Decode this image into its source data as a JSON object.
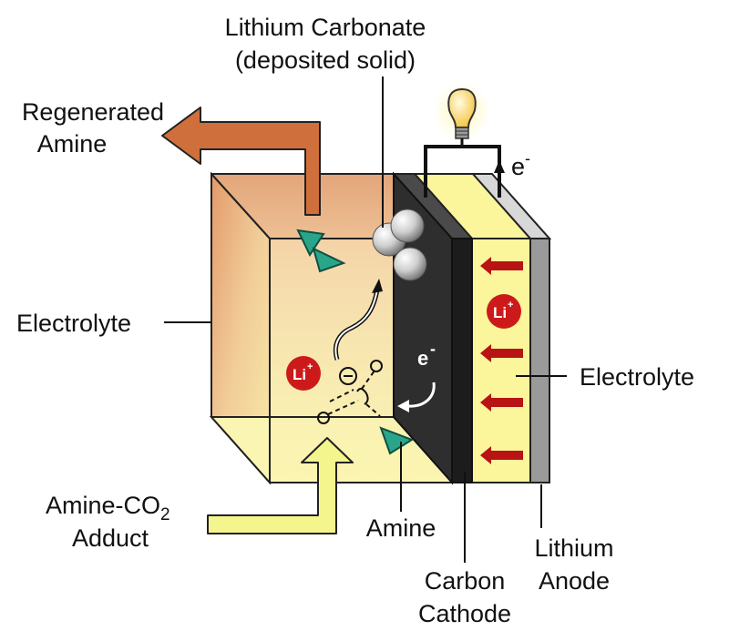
{
  "labels": {
    "lithium_carbonate_line1": "Lithium Carbonate",
    "lithium_carbonate_line2": "(deposited solid)",
    "regenerated_line1": "Regenerated",
    "regenerated_line2": "Amine",
    "electrolyte_left": "Electrolyte",
    "electrolyte_right": "Electrolyte",
    "adduct_line1": "Amine-CO",
    "adduct_sub": "2",
    "adduct_line2": "Adduct",
    "amine": "Amine",
    "carbon_line1": "Carbon",
    "carbon_line2": "Cathode",
    "lithium_line1": "Lithium",
    "lithium_line2": "Anode",
    "electron": "e",
    "electron_sup": "-",
    "li_ion": "Li",
    "li_sup": "+"
  },
  "colors": {
    "electrolyte_yellow": "#fbf59c",
    "cathode_black": "#262626",
    "anode_gray": "#9a9a9a",
    "regen_arrow": "#cf6f3c",
    "adduct_arrow": "#f5f58e",
    "amine_teal": "#2aa58a",
    "li_red": "#cc1a1a"
  }
}
